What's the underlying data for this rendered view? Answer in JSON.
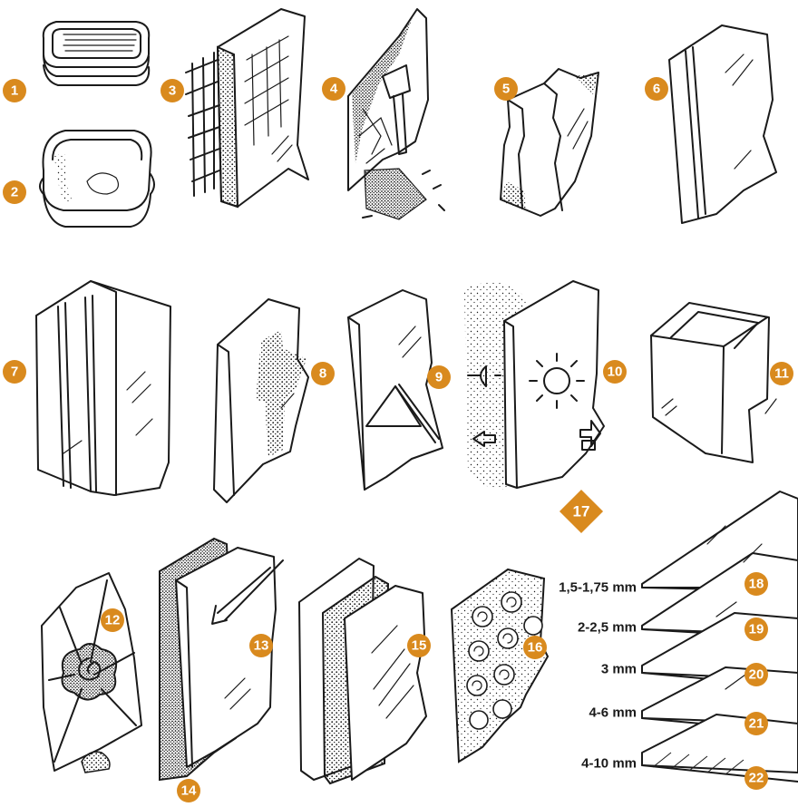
{
  "colors": {
    "badge": "#d98a1e",
    "ink": "#1a1a1a",
    "paper": "#ffffff"
  },
  "badges": [
    "1",
    "2",
    "3",
    "4",
    "5",
    "6",
    "7",
    "8",
    "9",
    "10",
    "11",
    "12",
    "13",
    "14",
    "15",
    "16",
    "17",
    "18",
    "19",
    "20",
    "21",
    "22"
  ],
  "thickness_labels": [
    "1,5-1,75 mm",
    "2-2,5 mm",
    "3 mm",
    "4-6 mm",
    "4-10 mm"
  ]
}
